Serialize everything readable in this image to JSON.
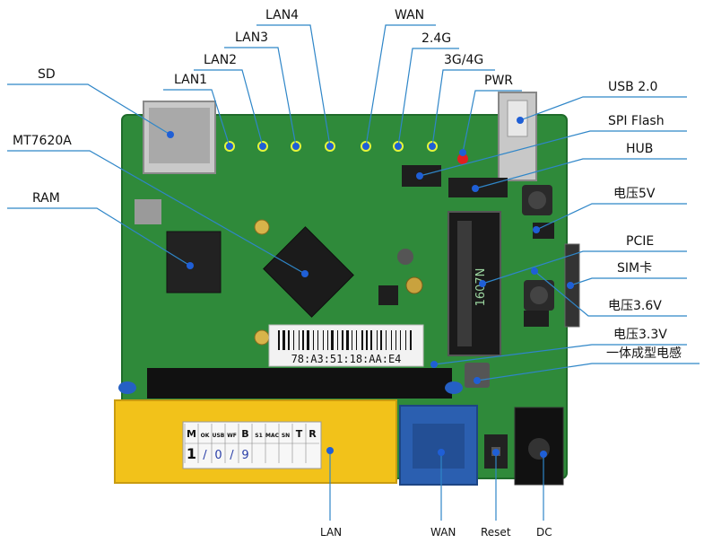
{
  "board": {
    "mac_label": "78:A3:51:18:AA:E4",
    "silk_pcie": "1607N",
    "sticker_headers": [
      "M",
      "OK",
      "USB",
      "WF",
      "B",
      "S1",
      "MAC",
      "SN",
      "T",
      "R"
    ],
    "sticker_values": [
      "1",
      "/",
      "0",
      "/",
      "9"
    ],
    "chip_mark": "",
    "colors": {
      "pcb": "#2f8a3a",
      "pcb_dark": "#1f6b2a",
      "lan_block": "#f2c21a",
      "wan_port": "#2b5fb0",
      "callout_line": "#2f86c8",
      "dot": "#1f5fd6",
      "led": "#e6f53a",
      "pwr_led": "#e02020"
    }
  },
  "callouts": {
    "sd": "SD",
    "mt7620a": "MT7620A",
    "ram": "RAM",
    "lan1": "LAN1",
    "lan2": "LAN2",
    "lan3": "LAN3",
    "lan4": "LAN4",
    "wan_top": "WAN",
    "g24": "2.4G",
    "g34": "3G/4G",
    "pwr": "PWR",
    "usb": "USB 2.0",
    "spi": "SPI Flash",
    "hub": "HUB",
    "v5": "电压5V",
    "pcie": "PCIE",
    "sim": "SIM卡",
    "v36": "电压3.6V",
    "v33": "电压3.3V",
    "inductor": "一体成型电感",
    "lan_bottom": "LAN",
    "wan_bottom": "WAN",
    "reset": "Reset",
    "dc": "DC"
  }
}
